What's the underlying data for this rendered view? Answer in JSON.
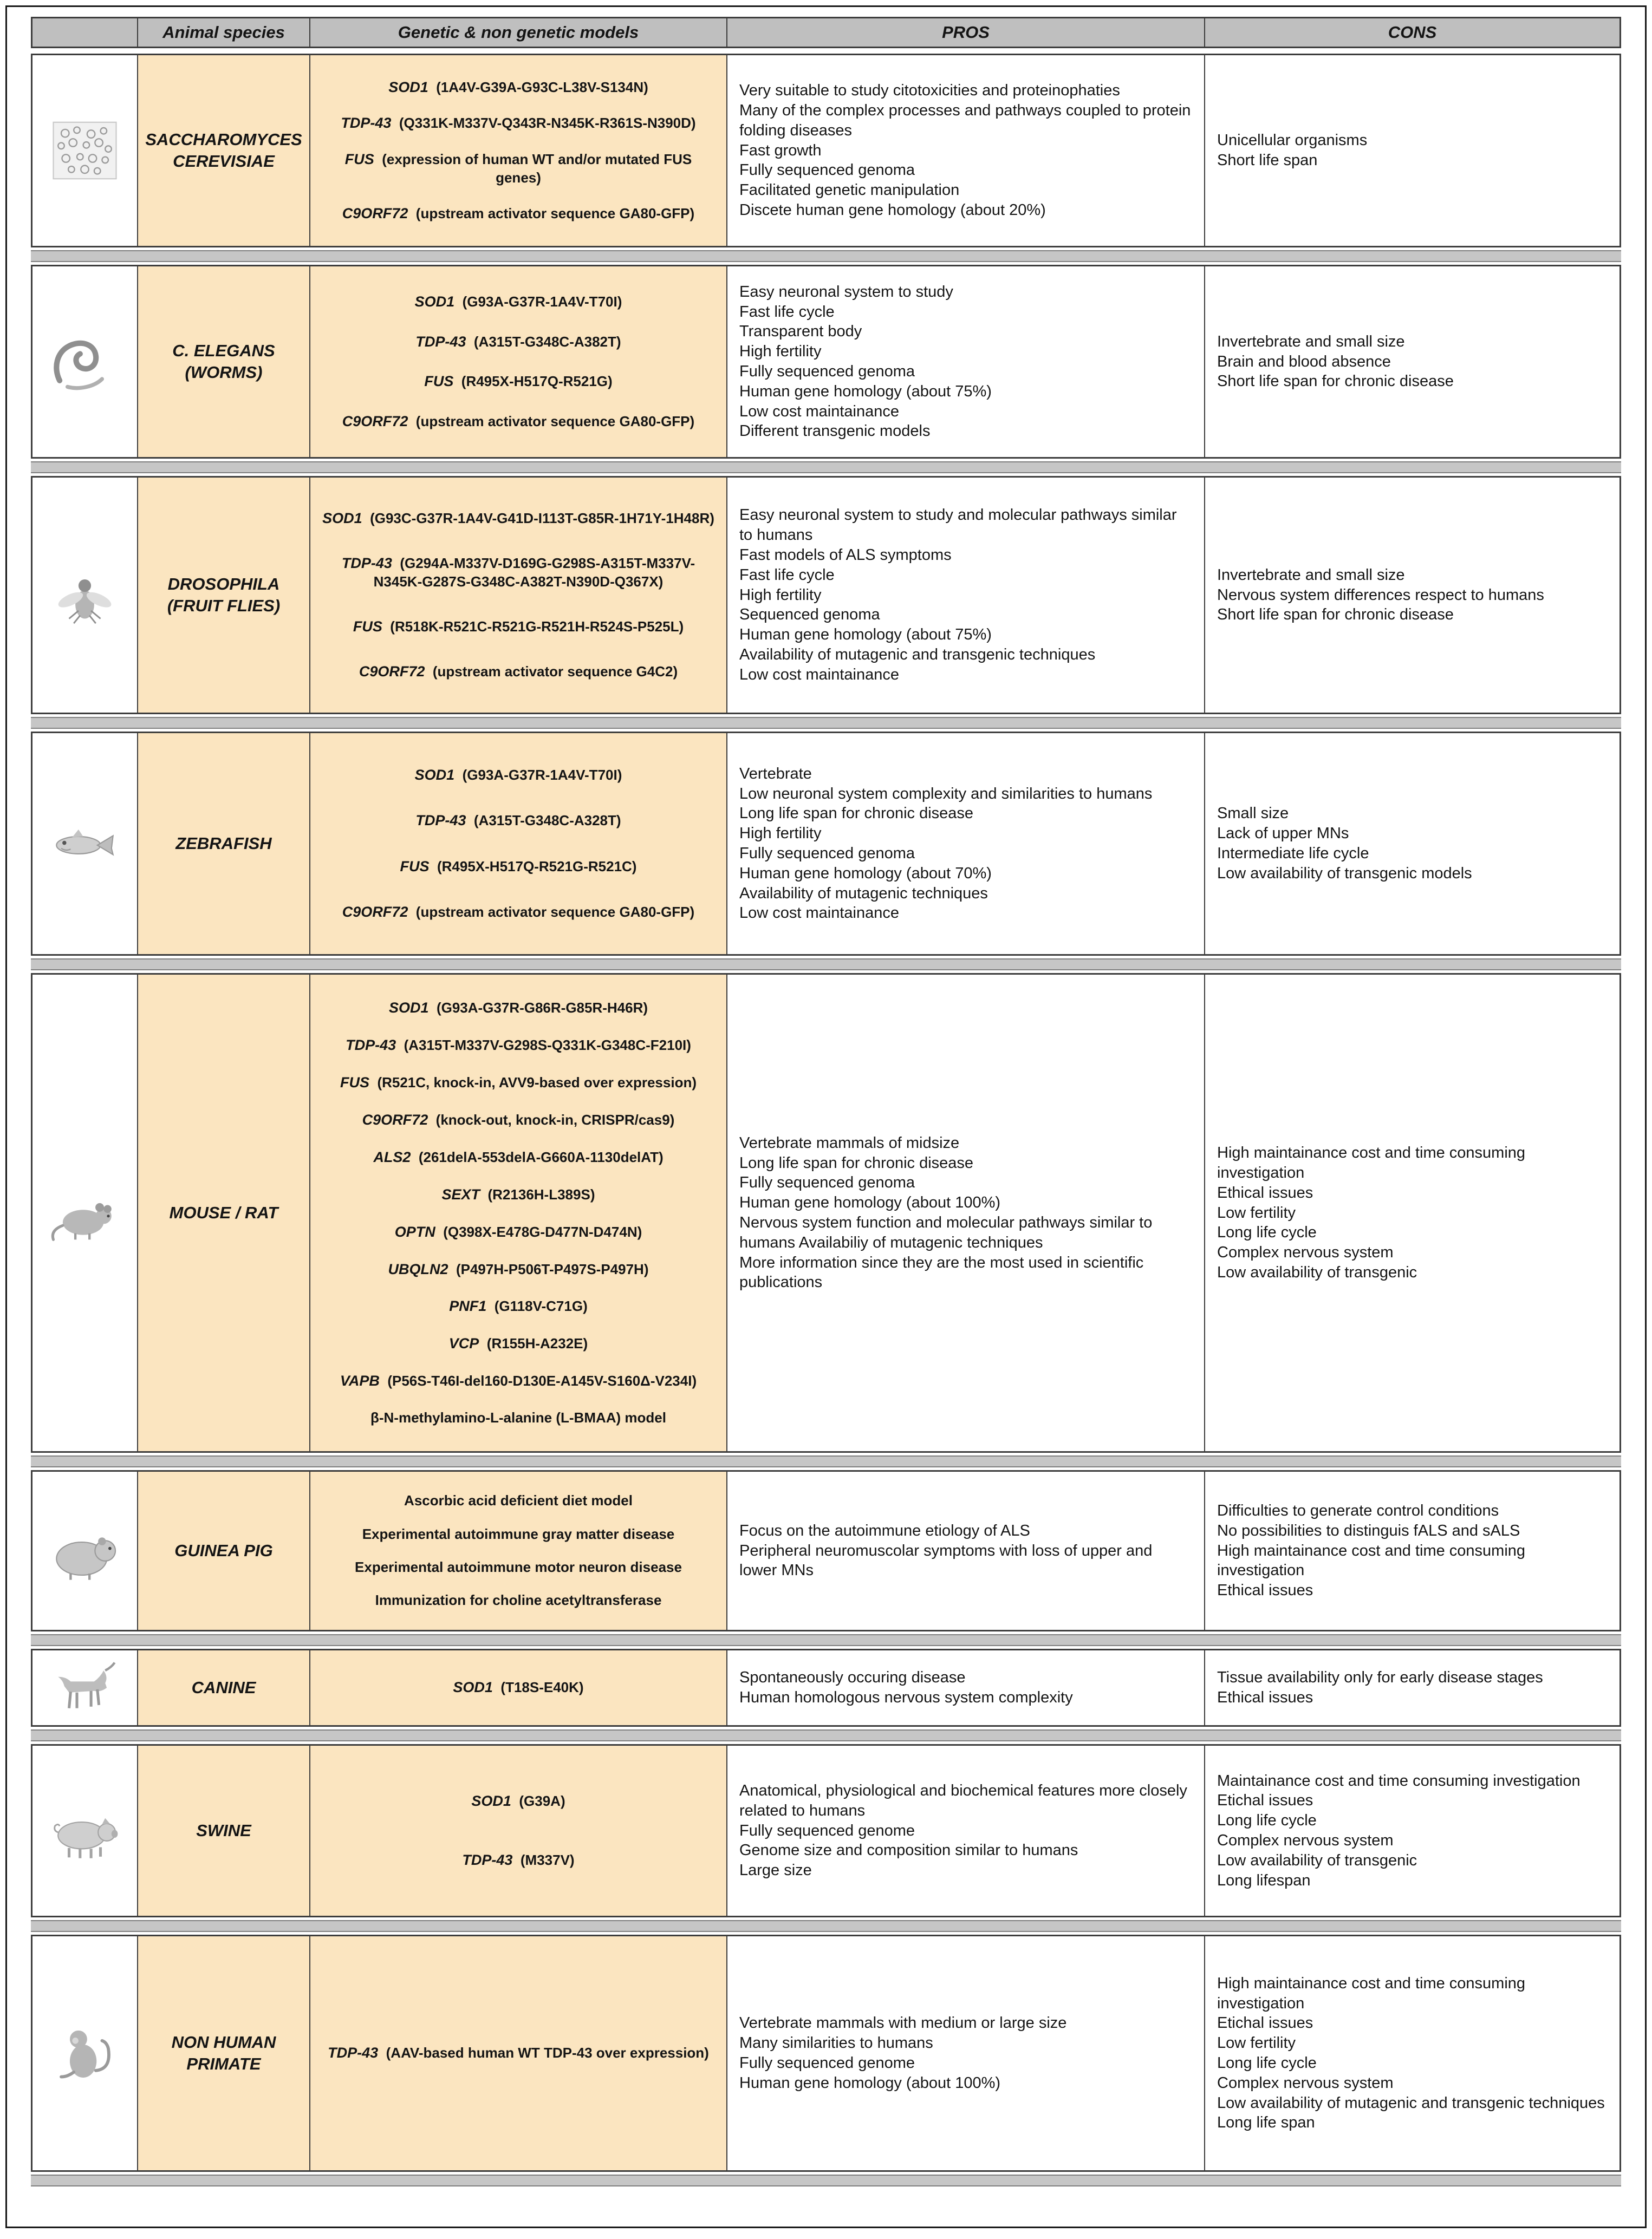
{
  "colors": {
    "header_bg": "#bfbfbf",
    "model_bg": "#fbe5c0",
    "separator": "#c6c6c6",
    "border": "#3c3c3c",
    "text": "#141414"
  },
  "header": {
    "columns": [
      "Animal species",
      "Genetic & non genetic models",
      "PROS",
      "CONS"
    ]
  },
  "rows": [
    {
      "id": "saccharomyces",
      "icon": "yeast",
      "species": "SACCHAROMYCES\nCEREVISIAE",
      "models": [
        {
          "gene": "SOD1",
          "text": "(1A4V-G39A-G93C-L38V-S134N)"
        },
        {
          "gene": "TDP-43",
          "text": "(Q331K-M337V-Q343R-N345K-R361S-N390D)"
        },
        {
          "gene": "FUS",
          "text": "(expression of human WT and/or mutated FUS genes)"
        },
        {
          "gene": "C9ORF72",
          "text": "(upstream activator sequence GA80-GFP)"
        }
      ],
      "pros": [
        "Very suitable to study citotoxicities and proteinophaties",
        "Many of the complex processes and pathways coupled to protein folding diseases",
        "Fast growth",
        "Fully sequenced genoma",
        "Facilitated genetic manipulation",
        "Discete human gene homology (about 20%)"
      ],
      "cons": [
        "Unicellular organisms",
        "Short life span"
      ]
    },
    {
      "id": "c-elegans",
      "icon": "worm",
      "species": "C. ELEGANS\n(WORMS)",
      "models": [
        {
          "gene": "SOD1",
          "text": "(G93A-G37R-1A4V-T70I)"
        },
        {
          "gene": "TDP-43",
          "text": "(A315T-G348C-A382T)"
        },
        {
          "gene": "FUS",
          "text": "(R495X-H517Q-R521G)"
        },
        {
          "gene": "C9ORF72",
          "text": "(upstream activator sequence GA80-GFP)"
        }
      ],
      "pros": [
        "Easy neuronal system to study",
        "Fast life cycle",
        "Transparent body",
        "High fertility",
        "Fully sequenced genoma",
        "Human gene homology (about 75%)",
        "Low cost maintainance",
        "Different transgenic models"
      ],
      "cons": [
        "Invertebrate and small size",
        "Brain and blood absence",
        "Short life span for chronic disease"
      ]
    },
    {
      "id": "drosophila",
      "icon": "fly",
      "species": "DROSOPHILA\n(FRUIT FLIES)",
      "models": [
        {
          "gene": "SOD1",
          "text": "(G93C-G37R-1A4V-G41D-I113T-G85R-1H71Y-1H48R)"
        },
        {
          "gene": "TDP-43",
          "text": "(G294A-M337V-D169G-G298S-A315T-M337V-N345K-G287S-G348C-A382T-N390D-Q367X)"
        },
        {
          "gene": "FUS",
          "text": "(R518K-R521C-R521G-R521H-R524S-P525L)"
        },
        {
          "gene": "C9ORF72",
          "text": "(upstream activator sequence G4C2)"
        }
      ],
      "pros": [
        "Easy neuronal system to study and molecular pathways similar to humans",
        "Fast models of ALS symptoms",
        "Fast life cycle",
        "High fertility",
        "Sequenced genoma",
        "Human gene homology (about 75%)",
        "Availability of mutagenic and transgenic techniques",
        "Low cost maintainance"
      ],
      "cons": [
        "Invertebrate and small size",
        "Nervous system differences respect to humans",
        "Short life span for chronic disease"
      ]
    },
    {
      "id": "zebrafish",
      "icon": "fish",
      "species": "ZEBRAFISH",
      "models": [
        {
          "gene": "SOD1",
          "text": "(G93A-G37R-1A4V-T70I)"
        },
        {
          "gene": "TDP-43",
          "text": "(A315T-G348C-A328T)"
        },
        {
          "gene": "FUS",
          "text": "(R495X-H517Q-R521G-R521C)"
        },
        {
          "gene": "C9ORF72",
          "text": "(upstream activator sequence GA80-GFP)"
        }
      ],
      "pros": [
        "Vertebrate",
        "Low neuronal system complexity and similarities to humans",
        "Long life span for chronic disease",
        "High fertility",
        "Fully sequenced genoma",
        "Human gene homology (about 70%)",
        "Availability of mutagenic techniques",
        "Low cost maintainance"
      ],
      "cons": [
        "Small size",
        "Lack of upper MNs",
        "Intermediate life cycle",
        "Low availability of transgenic models"
      ]
    },
    {
      "id": "mouse-rat",
      "icon": "mouse",
      "species": "MOUSE / RAT",
      "models": [
        {
          "gene": "SOD1",
          "text": "(G93A-G37R-G86R-G85R-H46R)"
        },
        {
          "gene": "TDP-43",
          "text": "(A315T-M337V-G298S-Q331K-G348C-F210I)"
        },
        {
          "gene": "FUS",
          "text": "(R521C, knock-in, AVV9-based over expression)"
        },
        {
          "gene": "C9ORF72",
          "text": "(knock-out, knock-in, CRISPR/cas9)"
        },
        {
          "gene": "ALS2",
          "text": "(261delA-553delA-G660A-1130delAT)"
        },
        {
          "gene": "SEXT",
          "text": "(R2136H-L389S)"
        },
        {
          "gene": "OPTN",
          "text": "(Q398X-E478G-D477N-D474N)"
        },
        {
          "gene": "UBQLN2",
          "text": "(P497H-P506T-P497S-P497H)"
        },
        {
          "gene": "PNF1",
          "text": "(G118V-C71G)"
        },
        {
          "gene": "VCP",
          "text": "(R155H-A232E)"
        },
        {
          "gene": "VAPB",
          "text": "(P56S-T46I-del160-D130E-A145V-S160Δ-V234I)"
        },
        {
          "gene": "",
          "text": "β-N-methylamino-L-alanine (L-BMAA) model"
        }
      ],
      "pros": [
        "Vertebrate mammals of midsize",
        "Long life span for chronic disease",
        "Fully sequenced genoma",
        "Human gene homology (about 100%)",
        "Nervous system function and molecular pathways similar to humans   Availabiliy of mutagenic techniques",
        "More information since they are the most used in scientific publications"
      ],
      "cons": [
        "High maintainance cost and time consuming investigation",
        "Ethical issues",
        "Low fertility",
        "Long life cycle",
        "Complex nervous system",
        "Low availability of transgenic"
      ]
    },
    {
      "id": "guinea-pig",
      "icon": "guinea-pig",
      "species": "GUINEA PIG",
      "models": [
        {
          "gene": "",
          "text": "Ascorbic acid deficient diet model"
        },
        {
          "gene": "",
          "text": "Experimental autoimmune gray matter disease"
        },
        {
          "gene": "",
          "text": "Experimental autoimmune motor neuron disease"
        },
        {
          "gene": "",
          "text": "Immunization for choline acetyltransferase"
        }
      ],
      "pros": [
        "Focus on the autoimmune etiology of ALS",
        "Peripheral neuromuscolar symptoms with loss of upper and lower MNs"
      ],
      "cons": [
        "Difficulties to generate control conditions",
        "No possibilities to distinguis fALS and sALS",
        "High maintainance cost and time consuming investigation",
        "Ethical issues"
      ]
    },
    {
      "id": "canine",
      "icon": "dog",
      "species": "CANINE",
      "models": [
        {
          "gene": "SOD1",
          "text": "(T18S-E40K)"
        }
      ],
      "pros": [
        "Spontaneously occuring disease",
        "Human homologous nervous system complexity"
      ],
      "cons": [
        "Tissue availability only for early disease stages",
        "Ethical issues"
      ]
    },
    {
      "id": "swine",
      "icon": "pig",
      "species": "SWINE",
      "models": [
        {
          "gene": "SOD1",
          "text": "(G39A)"
        },
        {
          "gene": "TDP-43",
          "text": "(M337V)"
        }
      ],
      "pros": [
        "Anatomical, physiological and biochemical features more closely related to humans",
        "Fully sequenced genome",
        "Genome size and composition similar to humans",
        "Large size"
      ],
      "cons": [
        "Maintainance cost and time consuming investigation",
        "Etichal issues",
        "Long life cycle",
        "Complex nervous system",
        "Low availability of transgenic",
        "Long lifespan"
      ]
    },
    {
      "id": "non-human-primate",
      "icon": "monkey",
      "species": "NON HUMAN\nPRIMATE",
      "models": [
        {
          "gene": "TDP-43",
          "text": "(AAV-based human WT TDP-43 over expression)"
        }
      ],
      "pros": [
        "Vertebrate mammals with medium or large size",
        "Many similarities to humans",
        "Fully sequenced genome",
        "Human gene homology (about 100%)"
      ],
      "cons": [
        "High maintainance cost and time consuming investigation",
        "Etichal issues",
        "Low fertility",
        "Long life cycle",
        "Complex nervous system",
        "Low availability of mutagenic and transgenic techniques",
        "Long life span"
      ]
    }
  ]
}
